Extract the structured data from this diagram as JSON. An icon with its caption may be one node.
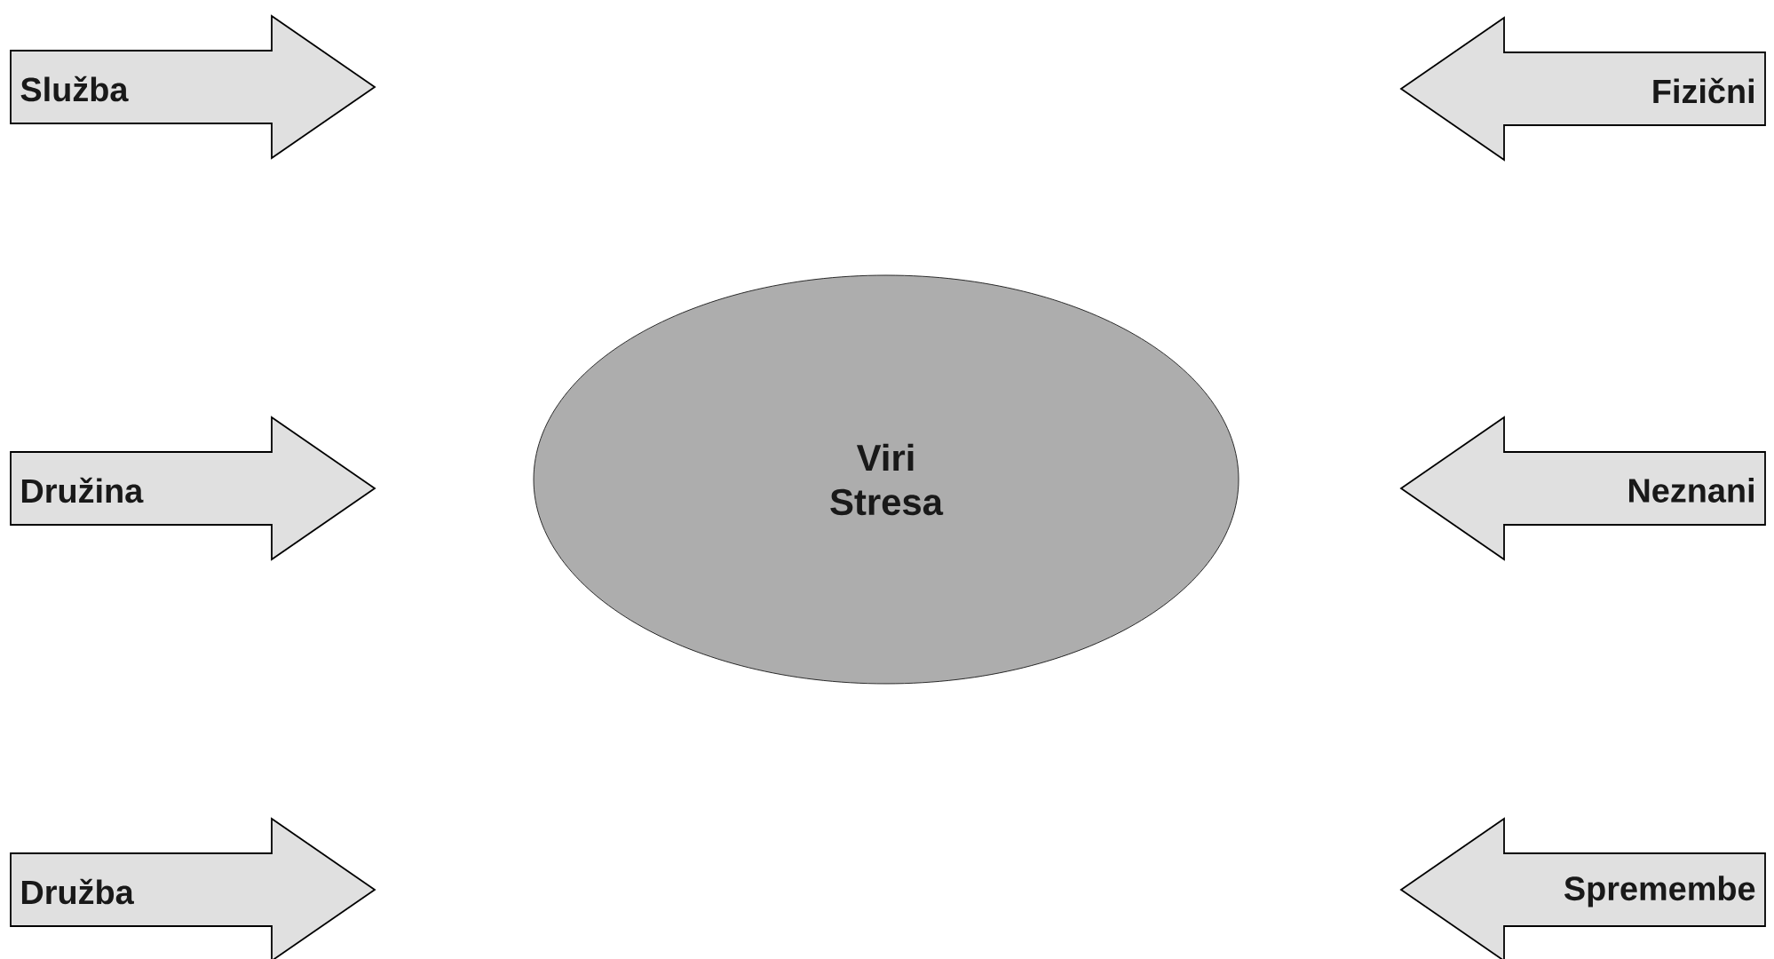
{
  "diagram": {
    "nodes": [
      {
        "text": [
          "Služba"
        ]
      },
      {
        "text": [
          "Fizični"
        ]
      },
      {
        "text": [
          "Viri Stresa"
        ]
      },
      {
        "text": [
          "Družina"
        ]
      },
      {
        "text": [
          "Neznani"
        ]
      },
      {
        "text": [
          "Družba"
        ]
      },
      {
        "text": [
          "Spremembe"
        ]
      }
    ]
  }
}
